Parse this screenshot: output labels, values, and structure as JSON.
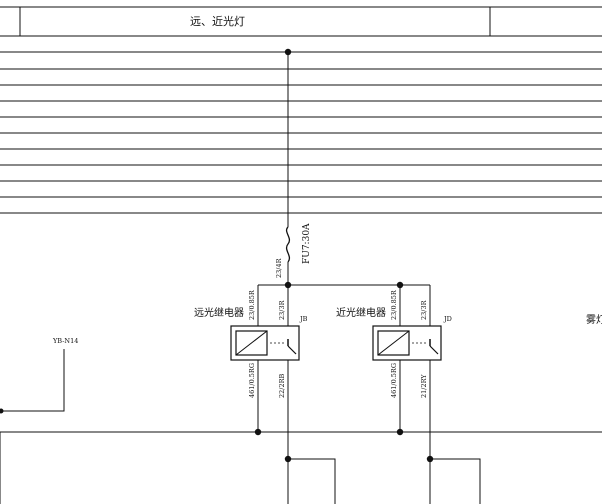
{
  "header": {
    "title": "远、近光灯"
  },
  "fuse": {
    "label": "FU7:30A",
    "input_wire": "23/4R"
  },
  "high_beam_relay": {
    "label": "远光继电器",
    "id": "JB",
    "wire_coil_top": "23/0.85R",
    "wire_switch_top": "23/3R",
    "wire_coil_bottom": "461/0.5RG",
    "wire_switch_bottom": "22/2RB"
  },
  "low_beam_relay": {
    "label": "近光继电器",
    "id": "JD",
    "wire_coil_top": "23/0.85R",
    "wire_switch_top": "23/3R",
    "wire_coil_bottom": "461/0.5RG",
    "wire_switch_bottom": "21/2RY"
  },
  "left_connector": {
    "label": "YB-N14"
  },
  "right_edge_label": "雾灯",
  "colors": {
    "line": "#111111",
    "background": "#ffffff"
  }
}
